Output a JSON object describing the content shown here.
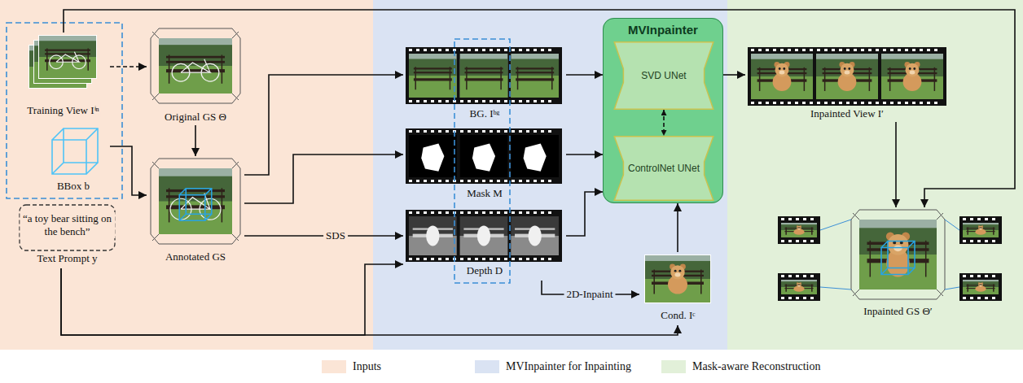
{
  "diagram": {
    "nodes": [
      {
        "text": [
          "Training View Iⁱⁿ"
        ]
      },
      {
        "text": [
          "BBox b"
        ]
      },
      {
        "text": [
          "“a toy bear sitting on the bench”",
          "Text Prompt y"
        ]
      },
      {
        "text": [
          "Original GS Θ"
        ]
      },
      {
        "text": [
          "Annotated GS"
        ]
      },
      {
        "text": [
          "BG. Iᵇᵍ"
        ]
      },
      {
        "text": [
          "Mask M"
        ]
      },
      {
        "text": [
          "Depth D"
        ]
      },
      {
        "text": [
          "MVInpainter"
        ]
      },
      {
        "text": [
          "SVD UNet"
        ],
        "in": 8
      },
      {
        "text": [
          "ControlNet UNet"
        ],
        "in": 8
      },
      {
        "text": [
          "Cond. Iᶜ"
        ]
      },
      {
        "text": [
          "Inpainted View I′"
        ]
      },
      {
        "text": [
          "Inpainted GS Θ′"
        ]
      }
    ],
    "edges": [
      {
        "from": 0,
        "to": 3,
        "arrow": "to"
      },
      {
        "from": 3,
        "to": 4,
        "arrow": "to"
      },
      {
        "from": 1,
        "to": 4,
        "arrow": "to"
      },
      {
        "from": 4,
        "to": 5,
        "arrow": "to"
      },
      {
        "from": 4,
        "to": 6,
        "arrow": "to"
      },
      {
        "from": 4,
        "to": 7,
        "label": "SDS",
        "arrow": "to"
      },
      {
        "from": 2,
        "to": 7,
        "arrow": "to"
      },
      {
        "from": 2,
        "to": 11,
        "arrow": "to"
      },
      {
        "from": 7,
        "to": 11,
        "label": "2D-Inpaint",
        "arrow": "to"
      },
      {
        "from": 5,
        "to": 8,
        "arrow": "to"
      },
      {
        "from": 6,
        "to": 8,
        "arrow": "to"
      },
      {
        "from": 7,
        "to": 8,
        "arrow": "to"
      },
      {
        "from": 11,
        "to": 8,
        "arrow": "to"
      },
      {
        "from": 8,
        "to": 12,
        "arrow": "to"
      },
      {
        "from": 12,
        "to": 13,
        "arrow": "to"
      },
      {
        "from": 0,
        "to": 13,
        "arrow": "to"
      },
      {
        "from": 9,
        "to": 10,
        "arrow": "both"
      }
    ],
    "legend": [
      {
        "text": "Inputs",
        "color": "#fbe5d6"
      },
      {
        "text": "MVInpainter for Inpainting",
        "color": "#dae3f3"
      },
      {
        "text": "Mask-aware Reconstruction",
        "color": "#e2f0d9"
      }
    ]
  }
}
